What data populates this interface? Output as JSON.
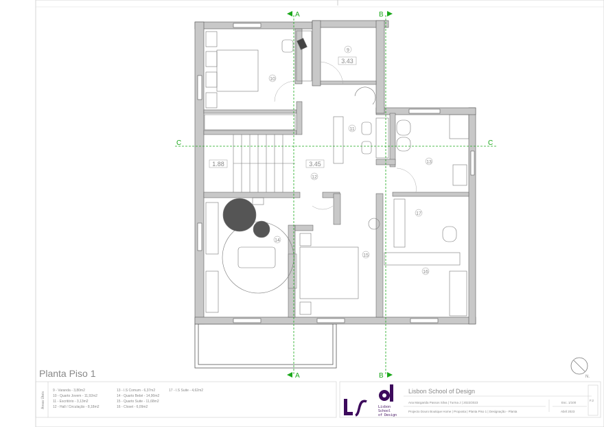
{
  "drawing": {
    "title": "Planta Piso 1",
    "north_label": "N.",
    "section_markers": {
      "a": "A",
      "b": "B",
      "c": "C"
    },
    "room_numbers": [
      "9",
      "10",
      "11",
      "12",
      "13",
      "14",
      "15",
      "16",
      "17"
    ],
    "level_marks": [
      "3.43",
      "1.88",
      "3.45"
    ],
    "colors": {
      "wall": "#c8c8c8",
      "line": "#555555",
      "section": "#1aa81a",
      "logo": "#3d0a5c"
    }
  },
  "areas": {
    "label": "Áreas Úteis",
    "col1": [
      "9 - Varanda - 3,80m2",
      "10 - Quarto Jovem - 11,92m2",
      "11 - Escritório - 3,13m2",
      "12 - Hall / Circulação - 8,18m2"
    ],
    "col2": [
      "13 - I.S Comum - 6,37m2",
      "14 - Quarto Bebé - 14,90m2",
      "15 - Quarto Suite - 11,68m2",
      "16 - Closet - 6,09m2"
    ],
    "col3": [
      "17 - I.S Suite - 4,62m2"
    ]
  },
  "title_block": {
    "logo_text": "Lisbon School of Design",
    "school": "Lisbon School of Design",
    "author_line": "Ana Margarida Passos Silva | Turma J | 2022/2023",
    "project_line": "Projecto Douro Boutique Home | Proposta | Planta Piso 1 | Designação - Planta",
    "scale": "Esc. 1/100",
    "date": "Abril 2023",
    "sheet": "F.2"
  }
}
